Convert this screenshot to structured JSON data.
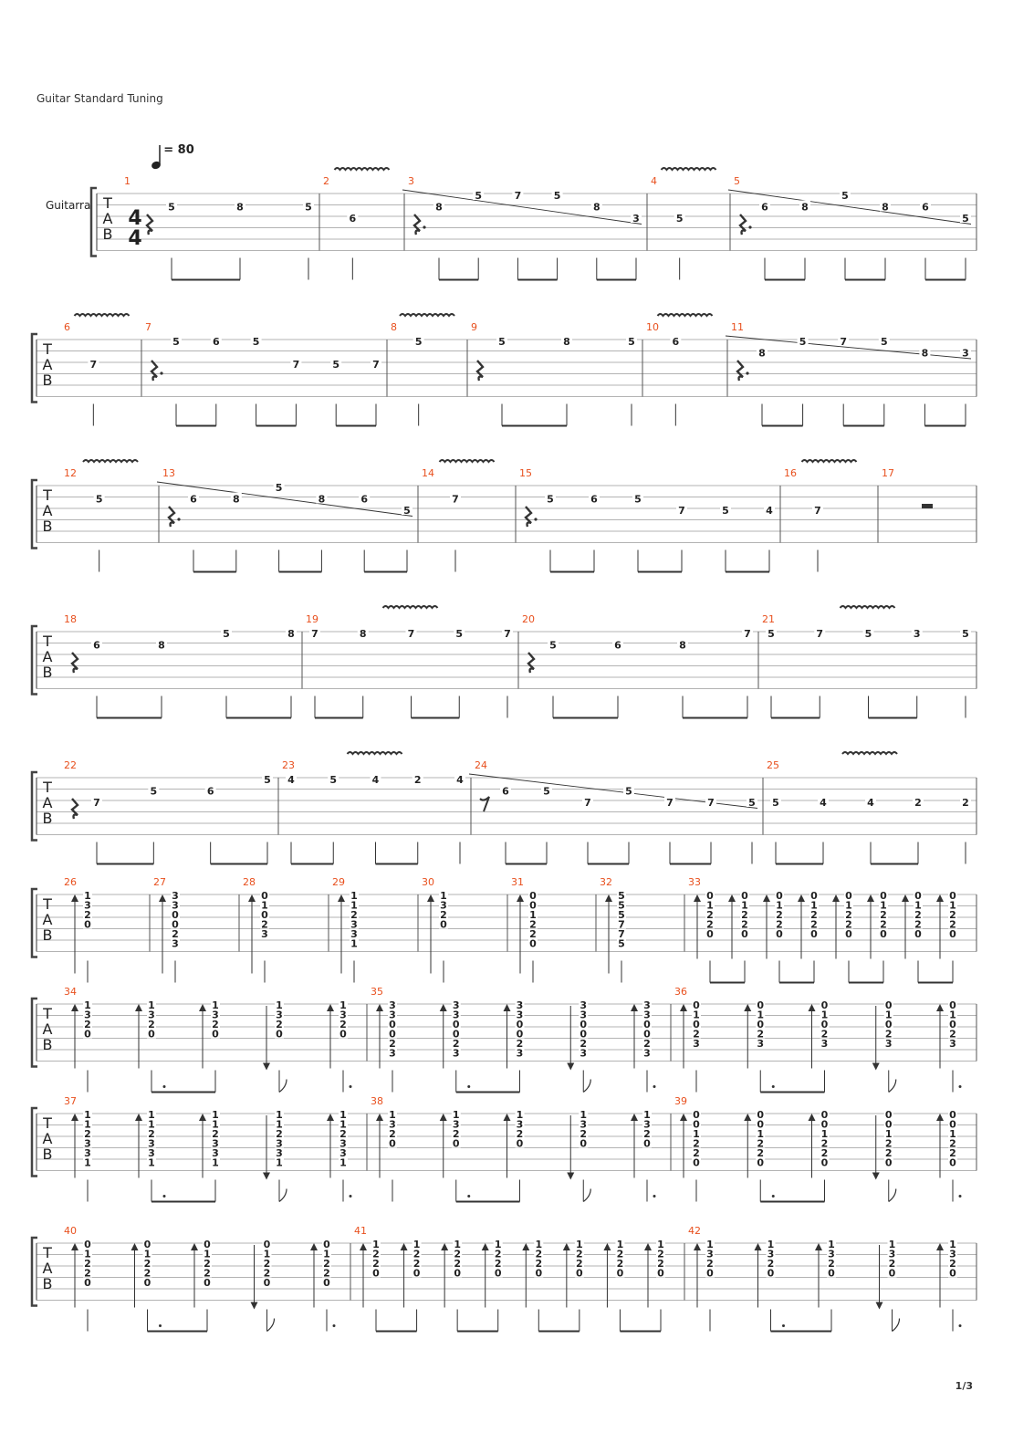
{
  "header": {
    "tuning": "Guitar Standard Tuning",
    "tempo_value": "= 80",
    "instrument": "Guitarra",
    "time_signature": [
      "4",
      "4"
    ],
    "tab_letters": [
      "T",
      "A",
      "B"
    ]
  },
  "page_number": "1/3",
  "colors": {
    "measure_number": "#e8501e",
    "staff": "#444444",
    "notes": "#222222"
  },
  "systems": [
    {
      "sig": true,
      "measures": [
        {
          "n": "1",
          "rest": "q",
          "vib": false,
          "notes": [
            [
              "5",
              2
            ],
            [
              "8",
              2
            ],
            [
              "5",
              2
            ]
          ]
        },
        {
          "n": "2",
          "vib": true,
          "notes": [
            [
              "6",
              3
            ]
          ]
        },
        {
          "n": "3",
          "rest": "qd",
          "vib": false,
          "slide": true,
          "notes": [
            [
              "8",
              2
            ],
            [
              "5",
              1
            ],
            [
              "7",
              1
            ],
            [
              "5",
              1
            ],
            [
              "8",
              2
            ],
            [
              "3",
              3
            ]
          ]
        },
        {
          "n": "4",
          "vib": true,
          "notes": [
            [
              "5",
              3
            ]
          ]
        },
        {
          "n": "5",
          "rest": "qd",
          "vib": false,
          "slide": true,
          "notes": [
            [
              "6",
              2
            ],
            [
              "8",
              2
            ],
            [
              "5",
              1
            ],
            [
              "8",
              2
            ],
            [
              "6",
              2
            ],
            [
              "5",
              3
            ]
          ]
        }
      ]
    },
    {
      "measures": [
        {
          "n": "6",
          "vib": true,
          "notes": [
            [
              "7",
              3
            ]
          ]
        },
        {
          "n": "7",
          "rest": "qd",
          "notes": [
            [
              "5",
              1
            ],
            [
              "6",
              1
            ],
            [
              "5",
              1
            ],
            [
              "7",
              3
            ],
            [
              "5",
              3
            ],
            [
              "7",
              3
            ]
          ]
        },
        {
          "n": "8",
          "vib": true,
          "notes": [
            [
              "5",
              1
            ]
          ]
        },
        {
          "n": "9",
          "rest": "q",
          "notes": [
            [
              "5",
              1
            ],
            [
              "8",
              1
            ],
            [
              "5",
              1
            ]
          ]
        },
        {
          "n": "10",
          "vib": true,
          "notes": [
            [
              "6",
              1
            ]
          ]
        },
        {
          "n": "11",
          "rest": "qd",
          "slide": true,
          "notes": [
            [
              "8",
              2
            ],
            [
              "5",
              1
            ],
            [
              "7",
              1
            ],
            [
              "5",
              1
            ],
            [
              "8",
              2
            ],
            [
              "3",
              2
            ]
          ]
        }
      ]
    },
    {
      "measures": [
        {
          "n": "12",
          "vib": true,
          "notes": [
            [
              "5",
              2
            ]
          ]
        },
        {
          "n": "13",
          "rest": "qd",
          "slide": true,
          "notes": [
            [
              "6",
              2
            ],
            [
              "8",
              2
            ],
            [
              "5",
              1
            ],
            [
              "8",
              2
            ],
            [
              "6",
              2
            ],
            [
              "5",
              3
            ]
          ]
        },
        {
          "n": "14",
          "vib": true,
          "notes": [
            [
              "7",
              2
            ]
          ]
        },
        {
          "n": "15",
          "rest": "qd",
          "notes": [
            [
              "5",
              2
            ],
            [
              "6",
              2
            ],
            [
              "5",
              2
            ],
            [
              "7",
              3
            ],
            [
              "5",
              3
            ],
            [
              "4",
              3
            ]
          ]
        },
        {
          "n": "16",
          "vib": true,
          "notes": [
            [
              "7",
              3
            ]
          ]
        },
        {
          "n": "17",
          "rest": "half",
          "notes": []
        }
      ]
    },
    {
      "measures": [
        {
          "n": "18",
          "rest": "q",
          "notes": [
            [
              "6",
              2
            ],
            [
              "8",
              2
            ],
            [
              "5",
              1
            ],
            [
              "8",
              1
            ]
          ]
        },
        {
          "n": "19",
          "vib": true,
          "notes": [
            [
              "7",
              1
            ],
            [
              "8",
              1
            ],
            [
              "7",
              1
            ],
            [
              "5",
              1
            ],
            [
              "7",
              1
            ]
          ]
        },
        {
          "n": "20",
          "rest": "q",
          "notes": [
            [
              "5",
              2
            ],
            [
              "6",
              2
            ],
            [
              "8",
              2
            ],
            [
              "7",
              1
            ]
          ]
        },
        {
          "n": "21",
          "vib": true,
          "notes": [
            [
              "5",
              1
            ],
            [
              "7",
              1
            ],
            [
              "5",
              1
            ],
            [
              "3",
              1
            ],
            [
              "5",
              1
            ]
          ]
        }
      ]
    },
    {
      "measures": [
        {
          "n": "22",
          "rest": "q",
          "notes": [
            [
              "7",
              3
            ],
            [
              "5",
              2
            ],
            [
              "6",
              2
            ],
            [
              "5",
              1
            ]
          ]
        },
        {
          "n": "23",
          "vib": true,
          "notes": [
            [
              "4",
              1
            ],
            [
              "5",
              1
            ],
            [
              "4",
              1
            ],
            [
              "2",
              1
            ],
            [
              "4",
              1
            ]
          ]
        },
        {
          "n": "24",
          "rest": "e",
          "slide": true,
          "notes": [
            [
              "6",
              2
            ],
            [
              "5",
              2
            ],
            [
              "7",
              3
            ],
            [
              "5",
              2
            ],
            [
              "7",
              3
            ],
            [
              "7",
              3
            ],
            [
              "5",
              3
            ]
          ]
        },
        {
          "n": "25",
          "vib": true,
          "notes": [
            [
              "5",
              3
            ],
            [
              "4",
              3
            ],
            [
              "4",
              3
            ],
            [
              "2",
              3
            ],
            [
              "2",
              3
            ]
          ]
        }
      ]
    },
    {
      "measures": [
        {
          "n": "26",
          "chords": [
            [
              "1",
              "3",
              "2",
              "0"
            ]
          ]
        },
        {
          "n": "27",
          "chords": [
            [
              "3",
              "3",
              "0",
              "0",
              "2",
              "3"
            ]
          ]
        },
        {
          "n": "28",
          "chords": [
            [
              "0",
              "1",
              "0",
              "2",
              "3"
            ]
          ]
        },
        {
          "n": "29",
          "chords": [
            [
              "1",
              "1",
              "2",
              "3",
              "3",
              "1"
            ]
          ]
        },
        {
          "n": "30",
          "chords": [
            [
              "1",
              "3",
              "2",
              "0"
            ]
          ]
        },
        {
          "n": "31",
          "chords": [
            [
              "0",
              "0",
              "1",
              "2",
              "2",
              "0"
            ]
          ]
        },
        {
          "n": "32",
          "chords": [
            [
              "5",
              "5",
              "5",
              "7",
              "7",
              "5"
            ]
          ]
        },
        {
          "n": "33",
          "chords": [
            [
              "0",
              "1",
              "2",
              "2",
              "0"
            ],
            [
              "0",
              "1",
              "2",
              "2",
              "0"
            ],
            [
              "0",
              "1",
              "2",
              "2",
              "0"
            ],
            [
              "0",
              "1",
              "2",
              "2",
              "0"
            ],
            [
              "0",
              "1",
              "2",
              "2",
              "0"
            ],
            [
              "0",
              "1",
              "2",
              "2",
              "0"
            ],
            [
              "0",
              "1",
              "2",
              "2",
              "0"
            ],
            [
              "0",
              "1",
              "2",
              "2",
              "0"
            ]
          ]
        }
      ]
    },
    {
      "measures": [
        {
          "n": "34",
          "chords": [
            [
              "1",
              "3",
              "2",
              "0"
            ],
            [
              "1",
              "3",
              "2",
              "0"
            ],
            [
              "1",
              "3",
              "2",
              "0"
            ],
            [
              "1",
              "3",
              "2",
              "0"
            ],
            [
              "1",
              "3",
              "2",
              "0"
            ]
          ]
        },
        {
          "n": "35",
          "chords": [
            [
              "3",
              "3",
              "0",
              "0",
              "2",
              "3"
            ],
            [
              "3",
              "3",
              "0",
              "0",
              "2",
              "3"
            ],
            [
              "3",
              "3",
              "0",
              "0",
              "2",
              "3"
            ],
            [
              "3",
              "3",
              "0",
              "0",
              "2",
              "3"
            ],
            [
              "3",
              "3",
              "0",
              "0",
              "2",
              "3"
            ]
          ]
        },
        {
          "n": "36",
          "chords": [
            [
              "0",
              "1",
              "0",
              "2",
              "3"
            ],
            [
              "0",
              "1",
              "0",
              "2",
              "3"
            ],
            [
              "0",
              "1",
              "0",
              "2",
              "3"
            ],
            [
              "0",
              "1",
              "0",
              "2",
              "3"
            ],
            [
              "0",
              "1",
              "0",
              "2",
              "3"
            ]
          ]
        }
      ]
    },
    {
      "measures": [
        {
          "n": "37",
          "chords": [
            [
              "1",
              "1",
              "2",
              "3",
              "3",
              "1"
            ],
            [
              "1",
              "1",
              "2",
              "3",
              "3",
              "1"
            ],
            [
              "1",
              "1",
              "2",
              "3",
              "3",
              "1"
            ],
            [
              "1",
              "1",
              "2",
              "3",
              "3",
              "1"
            ],
            [
              "1",
              "1",
              "2",
              "3",
              "3",
              "1"
            ]
          ]
        },
        {
          "n": "38",
          "chords": [
            [
              "1",
              "3",
              "2",
              "0"
            ],
            [
              "1",
              "3",
              "2",
              "0"
            ],
            [
              "1",
              "3",
              "2",
              "0"
            ],
            [
              "1",
              "3",
              "2",
              "0"
            ],
            [
              "1",
              "3",
              "2",
              "0"
            ]
          ]
        },
        {
          "n": "39",
          "chords": [
            [
              "0",
              "0",
              "1",
              "2",
              "2",
              "0"
            ],
            [
              "0",
              "0",
              "1",
              "2",
              "2",
              "0"
            ],
            [
              "0",
              "0",
              "1",
              "2",
              "2",
              "0"
            ],
            [
              "0",
              "0",
              "1",
              "2",
              "2",
              "0"
            ],
            [
              "0",
              "0",
              "1",
              "2",
              "2",
              "0"
            ]
          ]
        }
      ]
    },
    {
      "measures": [
        {
          "n": "40",
          "chords": [
            [
              "0",
              "1",
              "2",
              "2",
              "0"
            ],
            [
              "0",
              "1",
              "2",
              "2",
              "0"
            ],
            [
              "0",
              "1",
              "2",
              "2",
              "0"
            ],
            [
              "0",
              "1",
              "2",
              "2",
              "0"
            ],
            [
              "0",
              "1",
              "2",
              "2",
              "0"
            ]
          ]
        },
        {
          "n": "41",
          "chords": [
            [
              "1",
              "2",
              "2",
              "0"
            ],
            [
              "1",
              "2",
              "2",
              "0"
            ],
            [
              "1",
              "2",
              "2",
              "0"
            ],
            [
              "1",
              "2",
              "2",
              "0"
            ],
            [
              "1",
              "2",
              "2",
              "0"
            ],
            [
              "1",
              "2",
              "2",
              "0"
            ],
            [
              "1",
              "2",
              "2",
              "0"
            ],
            [
              "1",
              "2",
              "2",
              "0"
            ]
          ]
        },
        {
          "n": "42",
          "chords": [
            [
              "1",
              "3",
              "2",
              "0"
            ],
            [
              "1",
              "3",
              "2",
              "0"
            ],
            [
              "1",
              "3",
              "2",
              "0"
            ],
            [
              "1",
              "3",
              "2",
              "0"
            ],
            [
              "1",
              "3",
              "2",
              "0"
            ]
          ]
        }
      ]
    }
  ]
}
